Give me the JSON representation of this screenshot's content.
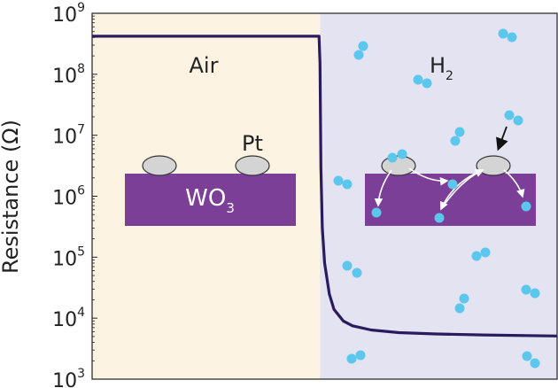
{
  "chart_data": {
    "type": "line",
    "title": "",
    "xlabel": "",
    "ylabel": "Resistance (Ω)",
    "yscale": "log",
    "ylim": [
      1000,
      1000000000
    ],
    "y_ticks": [
      {
        "base": "10",
        "exp": "3",
        "value": 1000
      },
      {
        "base": "10",
        "exp": "4",
        "value": 10000
      },
      {
        "base": "10",
        "exp": "5",
        "value": 100000
      },
      {
        "base": "10",
        "exp": "6",
        "value": 1000000
      },
      {
        "base": "10",
        "exp": "7",
        "value": 10000000
      },
      {
        "base": "10",
        "exp": "8",
        "value": 100000000
      },
      {
        "base": "10",
        "exp": "9",
        "value": 1000000000
      }
    ],
    "xlim": [
      0,
      100
    ],
    "x_ticks_shown": false,
    "series": [
      {
        "color": "#2a1a5e",
        "x": [
          0,
          48.8,
          49.0,
          49.2,
          49.5,
          50,
          51,
          52,
          54,
          56,
          60,
          66,
          74,
          84,
          100
        ],
        "y": [
          420000000,
          420000000,
          150000000,
          3000000,
          300000,
          80000,
          25000,
          14000,
          9000,
          7500,
          6400,
          5800,
          5500,
          5300,
          5100
        ]
      }
    ],
    "regions": [
      {
        "label": "Air",
        "x_range": [
          0,
          49
        ],
        "color": "#fcf3e3"
      },
      {
        "label": "H",
        "subscript": "2",
        "x_range": [
          49,
          100
        ],
        "color": "#e4e3f2"
      }
    ],
    "annotations": {
      "pt_label": "Pt",
      "wo3_base": "WO",
      "wo3_sub": "3"
    },
    "colors": {
      "substrate": "#7b3f98",
      "particle": "#d4d4d4",
      "molecule": "#5bc7ec",
      "line": "#2a1a5e"
    },
    "molecule_icon": "h2-molecule-icon",
    "arrow_icon": "arrow-icon"
  }
}
